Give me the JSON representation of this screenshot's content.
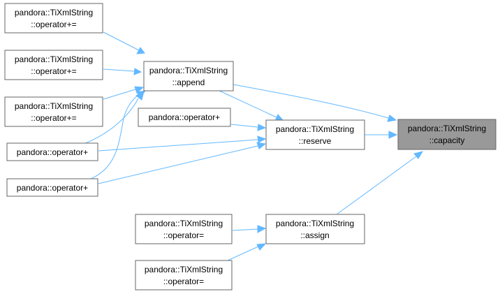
{
  "graph": {
    "nodes": {
      "capacity": {
        "line1": "pandora::TiXmlString",
        "line2": "::capacity"
      },
      "append": {
        "line1": "pandora::TiXmlString",
        "line2": "::append"
      },
      "reserve": {
        "line1": "pandora::TiXmlString",
        "line2": "::reserve"
      },
      "assign": {
        "line1": "pandora::TiXmlString",
        "line2": "::assign"
      },
      "opplus_eq_1": {
        "line1": "pandora::TiXmlString",
        "line2": "::operator+="
      },
      "opplus_eq_2": {
        "line1": "pandora::TiXmlString",
        "line2": "::operator+="
      },
      "opplus_eq_3": {
        "line1": "pandora::TiXmlString",
        "line2": "::operator+="
      },
      "opplus_1": {
        "line1": "pandora::operator+"
      },
      "opplus_2": {
        "line1": "pandora::operator+"
      },
      "opplus_3": {
        "line1": "pandora::operator+"
      },
      "opassign_1": {
        "line1": "pandora::TiXmlString",
        "line2": "::operator="
      },
      "opassign_2": {
        "line1": "pandora::TiXmlString",
        "line2": "::operator="
      }
    },
    "colors": {
      "edge": "#63b8ff",
      "node_border": "#666666",
      "focus_fill": "#999999"
    }
  }
}
